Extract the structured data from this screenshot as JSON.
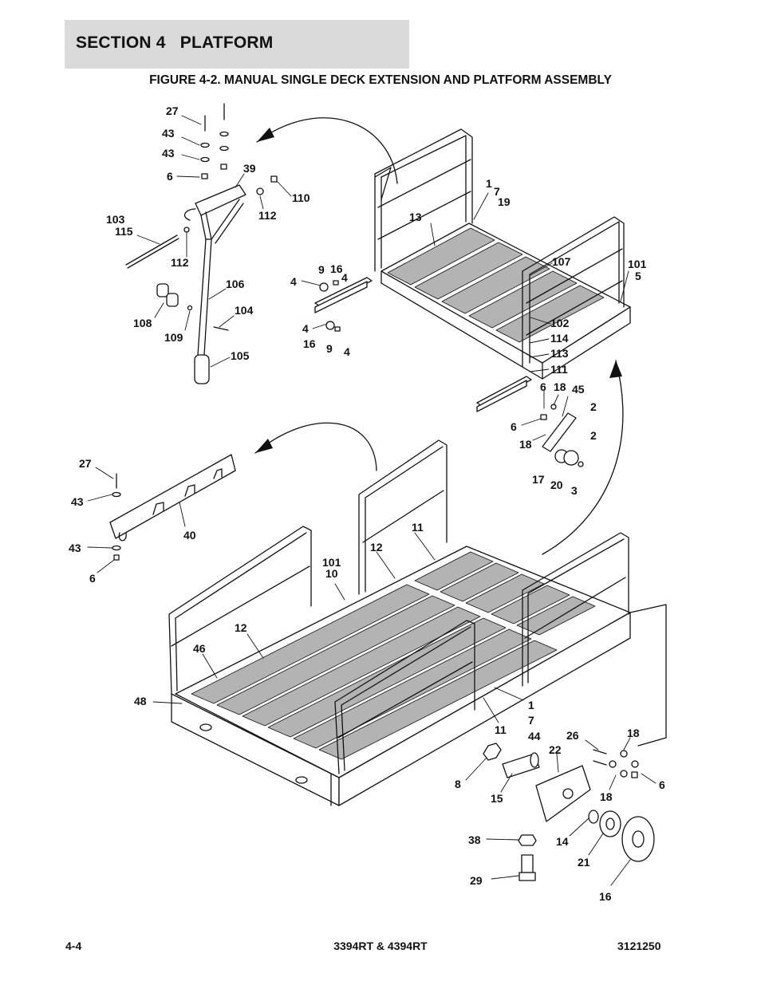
{
  "header": {
    "section_title": "SECTION 4   PLATFORM",
    "figure_title": "FIGURE 4-2. MANUAL SINGLE DECK EXTENSION AND PLATFORM ASSEMBLY"
  },
  "callouts": [
    "27",
    "43",
    "43",
    "6",
    "39",
    "110",
    "112",
    "103",
    "115",
    "112",
    "106",
    "104",
    "108",
    "109",
    "105",
    "9",
    "16",
    "4",
    "4",
    "4",
    "16",
    "9",
    "4",
    "1",
    "7",
    "19",
    "13",
    "107",
    "101",
    "5",
    "102",
    "114",
    "113",
    "111",
    "6",
    "18",
    "45",
    "2",
    "6",
    "18",
    "2",
    "17",
    "20",
    "3",
    "27",
    "43",
    "40",
    "43",
    "6",
    "11",
    "12",
    "101",
    "10",
    "12",
    "46",
    "48",
    "1",
    "7",
    "44",
    "11",
    "26",
    "18",
    "22",
    "8",
    "6",
    "15",
    "18",
    "38",
    "14",
    "21",
    "29",
    "16"
  ],
  "footer": {
    "page": "4-4",
    "model": "3394RT & 4394RT",
    "doc_number": "3121250"
  }
}
